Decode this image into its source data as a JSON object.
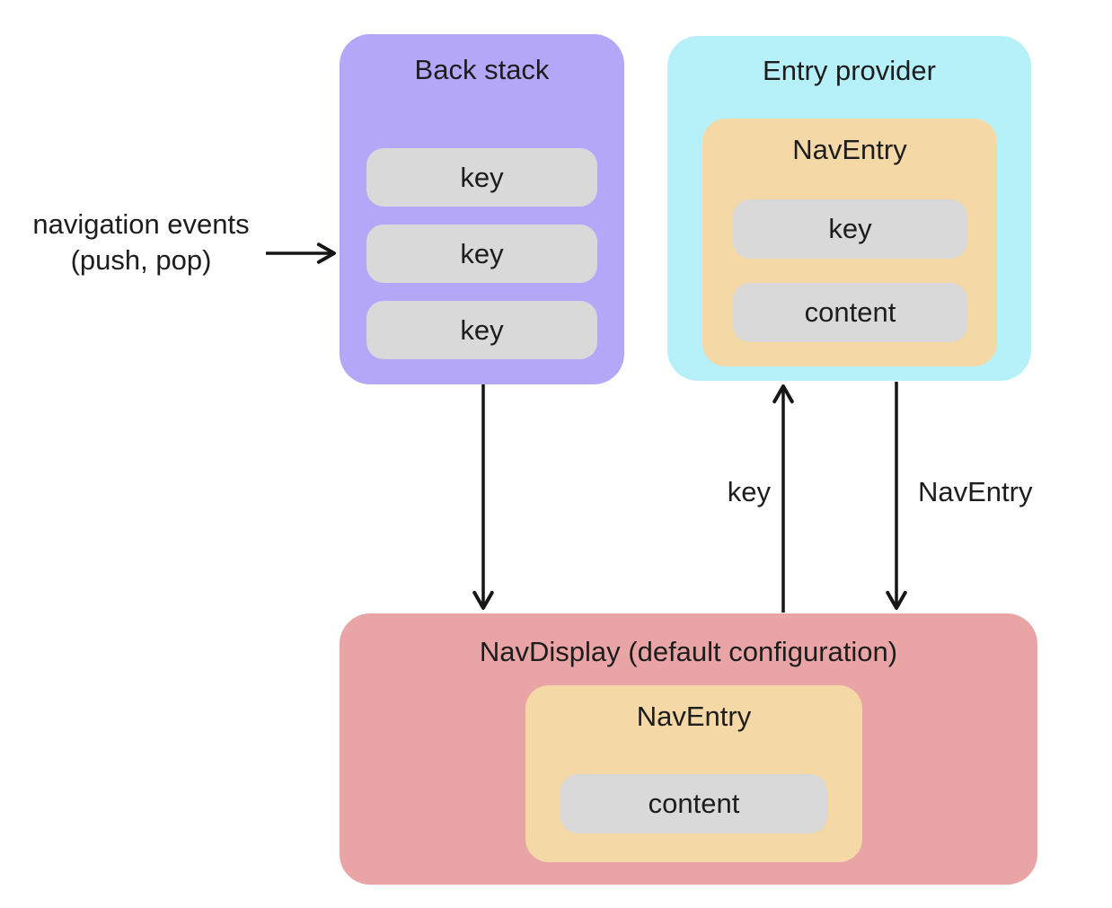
{
  "diagram": {
    "back_stack": {
      "title": "Back stack",
      "keys": [
        "key",
        "key",
        "key"
      ]
    },
    "entry_provider": {
      "title": "Entry provider",
      "nav_entry": {
        "title": "NavEntry",
        "key_label": "key",
        "content_label": "content"
      }
    },
    "nav_display": {
      "title": "NavDisplay (default configuration)",
      "nav_entry": {
        "title": "NavEntry",
        "content_label": "content"
      }
    },
    "annotations": {
      "nav_events_line1": "navigation events",
      "nav_events_line2": "(push, pop)",
      "key_arrow_label": "key",
      "nav_entry_arrow_label": "NavEntry"
    },
    "colors": {
      "back_stack_bg": "#b5a7f8",
      "entry_provider_bg": "#b6f1fa",
      "nav_entry_bg": "#f4d8a5",
      "nav_display_bg": "#e9a5a5",
      "pill_bg": "#d9d9d9",
      "text": "#1d1d1d",
      "arrow": "#161616"
    }
  }
}
